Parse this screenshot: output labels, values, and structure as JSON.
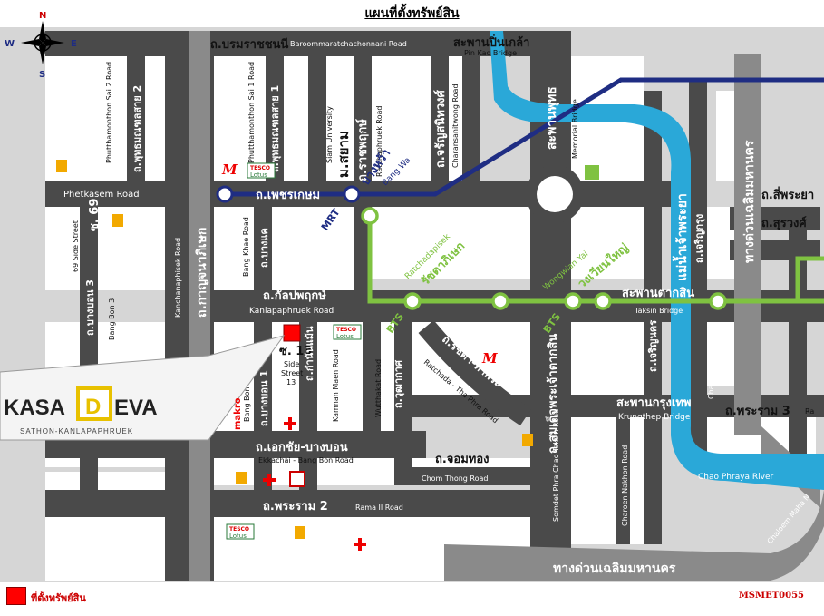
{
  "title": "แผนที่ตั้งทรัพย์สิน",
  "compass": {
    "n": "N",
    "s": "S",
    "e": "E",
    "w": "W"
  },
  "roads": {
    "borommaratchachonnani_th": "ถ.บรมราชชนนี",
    "borommaratchachonnani_en": "Baroommaratchachonnani Road",
    "pinklao_th": "สะพานปิ่นเกล้า",
    "pinklao_en": "Pin Kao Bridge",
    "phetkasem_en": "Phetkasem Road",
    "phetkasem_th": "ถ.เพชรเกษม",
    "kanlapaphruek_th": "ถ.กัลปพฤกษ์",
    "kanlapaphruek_en": "Kanlapaphruek Road",
    "kanchanaphisek_en": "Kanchanaphisek Road",
    "kanchanaphisek_th": "ถ.กาญจนาภิเษก",
    "ekkachai_th": "ถ.เอกชัย-บางบอน",
    "ekkachai_en": "Ekkachai - Bang Bon Road",
    "rama2_th": "ถ.พระราม 2",
    "rama2_en": "Rama II Road",
    "chomthong_th": "ถ.จอมทอง",
    "chomthong_en": "Chom Thong Road",
    "phutthamonthon2_en": "Phutthamonthon Sai 2 Road",
    "phutthamonthon2_th": "ถ.พุทธมณฑลสาย 2",
    "phutthamonthon1_en": "Phutthamonthon Sai 1 Road",
    "phutthamonthon1_th": "ถ.พุทธมณฑลสาย 1",
    "siam_univ_en": "Siam University",
    "siam_univ_th": "ม.สยาม",
    "ratchaphruek_th": "ถ.ราชพฤกษ์",
    "ratchaphruek_en": "Ratchaphruek Road",
    "charansanitwong_th": "ถ.จรัญสนิทวงศ์",
    "charansanitwong_en": "Charansanitwong Road",
    "memorial_th": "สะพานพุทธ",
    "memorial_en": "Memorial Bridge",
    "soi69_th": "ซ. 69",
    "soi69_en": "69 Side Street",
    "bangbon3_th": "ถ.บางบอน 3",
    "bangbon3_en": "Bang Bon 3",
    "bangkhae_th": "ถ.บางแค",
    "bangkhae_en": "Bang Khae Road",
    "soi13_th": "ซ. 13",
    "soi13_en1": "Side",
    "soi13_en2": "Street",
    "soi13_en3": "13",
    "kamnanmaen_th": "ถ.กำนันแม้น",
    "kamnanmaen_en": "Kamnan Maen Road",
    "wutthakat_th": "ถ.วุฒากาศ",
    "wutthakat_en": "Wutthakat Road",
    "bangbon1_th": "ถ.บางบอน 1",
    "bangbon1_en": "Bang Bon 1",
    "ratchada_tha_phra_th": "ถ.รัชดา-ท่าพระ",
    "ratchada_tha_phra_en": "Ratchada - Tha Phra Road",
    "somdet_th": "ถ.สมเด็จพระเจ้าตากสิน",
    "somdet_en": "Somdet Phra Chao Taksin Road",
    "charoennakhon_th": "ถ.เจริญนคร",
    "charoennakhon_en": "Charoen Nakhon Road",
    "taksin_bridge_th": "สะพานตากสิน",
    "taksin_bridge_en": "Taksin Bridge",
    "krungthep_bridge_th": "สะพานกรุงเทพ",
    "krungthep_bridge_en": "Krungthep Bridge",
    "chaophraya_th": "แม่น้ำเจ้าพระยา",
    "chaophraya_en": "Chao Phraya River",
    "charoenkrung_th": "ถ.เจริญกรุง",
    "charoenkrung_en": "Charoen Krung Road",
    "sipraya_th": "ถ.สี่พระยา",
    "surawong_th": "ถ.สุรวงศ์",
    "rama3_th": "ถ.พระราม 3",
    "rama3_en": "Ra",
    "expressway_th": "ทางด่วนเฉลิมมหานคร",
    "expressway2_th": "ทางด่วนเฉลิมมหานคร",
    "chaloem_en": "Chaloem Maha N"
  },
  "transit": {
    "mrt": "MRT",
    "bangwa_th": "บางหว้า",
    "bangwa_en": "Bang Wa",
    "bts1": "BTS",
    "bts2": "BTS",
    "ratchadaphisek_en": "Ratchadapisek",
    "ratchadaphisek_th": "รัชดาภิเษก",
    "wongwian_en": "Wongwian Yai",
    "wongwian_th": "วงเวียนใหญ่"
  },
  "brand": {
    "kasa": "KASA",
    "d": "D",
    "eva": "EVA",
    "tagline": "SATHON-KANLAPAPHRUEK"
  },
  "landmarks": {
    "makro": "makro",
    "tesco": "TESCO",
    "lotus": "Lotus"
  },
  "legend_label": "ที่ตั้งทรัพย์สิน",
  "code": "MSMET0055",
  "colors": {
    "road": "#4a4a4a",
    "highway": "#8a8a8a",
    "river": "#2aa8d8",
    "mrt": "#1f2d83",
    "bts": "#7fc241",
    "block": "#ffffff",
    "property": "#ff0000"
  }
}
